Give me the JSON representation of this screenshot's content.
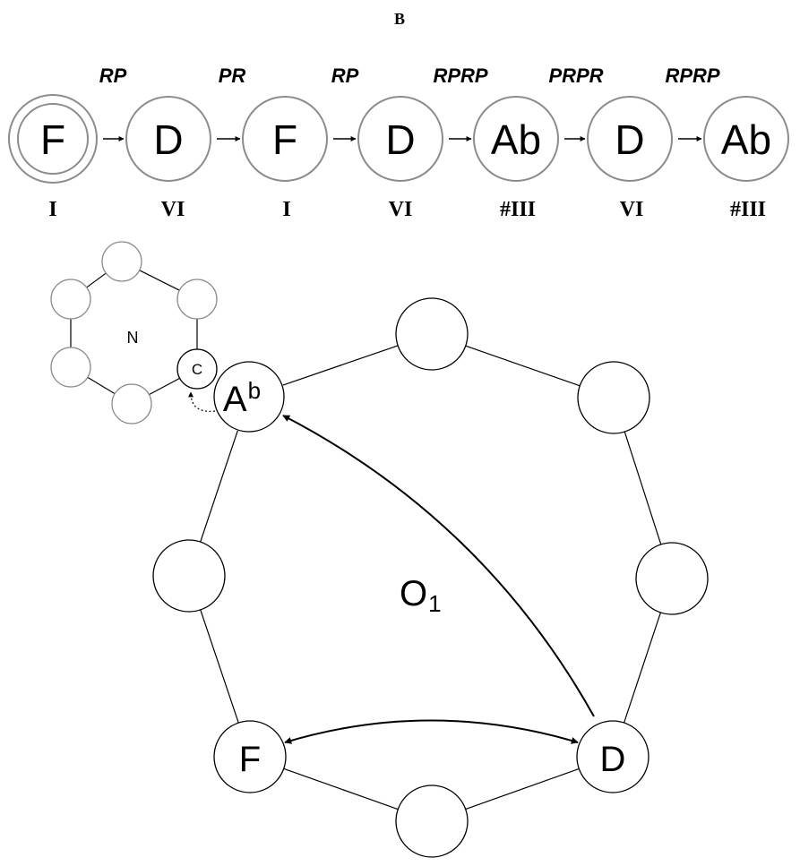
{
  "panel_label": "B",
  "sequence": {
    "chords": [
      "F",
      "D",
      "F",
      "D",
      "Ab",
      "D",
      "Ab"
    ],
    "operations": [
      "RP",
      "PR",
      "RP",
      "RPRP",
      "PRPR",
      "RPRP"
    ],
    "roman_numerals": [
      "I",
      "VI",
      "I",
      "VI",
      "#III",
      "VI",
      "#III"
    ],
    "start_chord_index": 0
  },
  "network": {
    "nodes": [
      "Ab",
      "",
      "",
      "",
      "D",
      "",
      "F",
      ""
    ],
    "ab_letter": "A",
    "ab_accidental": "b",
    "arc_label_main": "O",
    "arc_label_sub": "1"
  },
  "inset": {
    "center_label": "N",
    "nodes": [
      "",
      "",
      "C",
      "",
      "",
      ""
    ]
  },
  "colors": {
    "line": "#000000",
    "sequence_circle": "#8c8c8c",
    "inset_circle": "#8c8c8c",
    "text": "#000000"
  }
}
